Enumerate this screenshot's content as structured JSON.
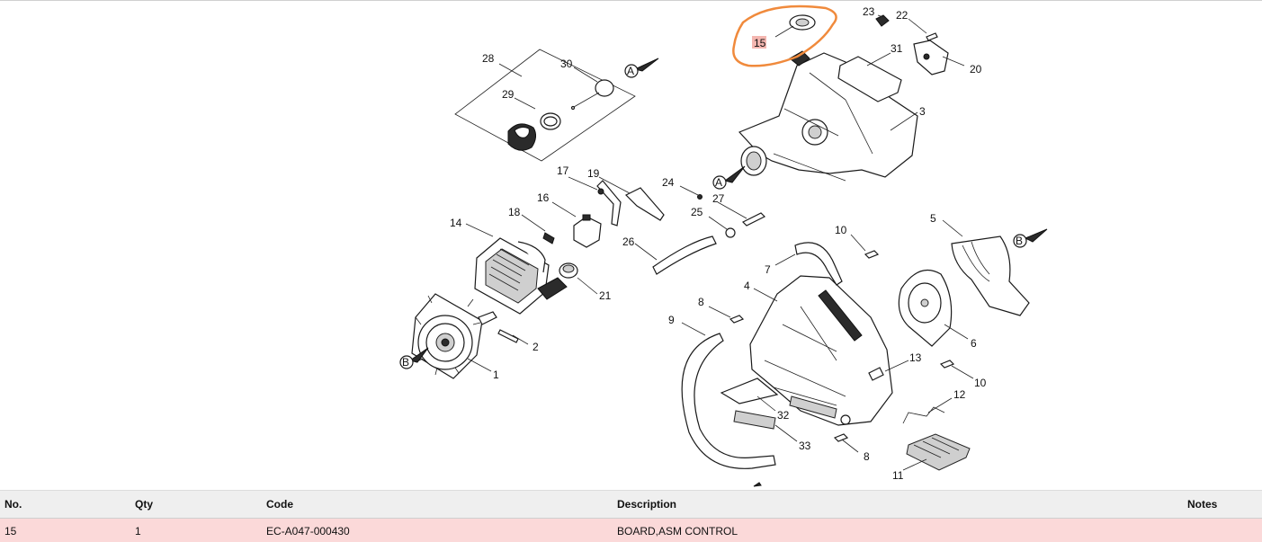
{
  "diagram": {
    "callouts": [
      "1",
      "2",
      "3",
      "4",
      "5",
      "6",
      "7",
      "8",
      "8",
      "9",
      "10",
      "10",
      "11",
      "12",
      "13",
      "14",
      "15",
      "16",
      "17",
      "18",
      "19",
      "20",
      "21",
      "22",
      "23",
      "24",
      "25",
      "26",
      "27",
      "28",
      "29",
      "30",
      "31",
      "32",
      "33"
    ],
    "section_markers": [
      "A",
      "A",
      "B",
      "B"
    ],
    "highlighted_callout": "15",
    "highlight_color": "#f08a3c",
    "highlight_label_bg": "#f4b6b0"
  },
  "table": {
    "headers": {
      "no": "No.",
      "qty": "Qty",
      "code": "Code",
      "description": "Description",
      "notes": "Notes"
    },
    "rows": [
      {
        "no": "15",
        "qty": "1",
        "code": "EC-A047-000430",
        "description": "BOARD,ASM CONTROL",
        "notes": ""
      }
    ],
    "selected_row_color": "#fbd9d9"
  }
}
